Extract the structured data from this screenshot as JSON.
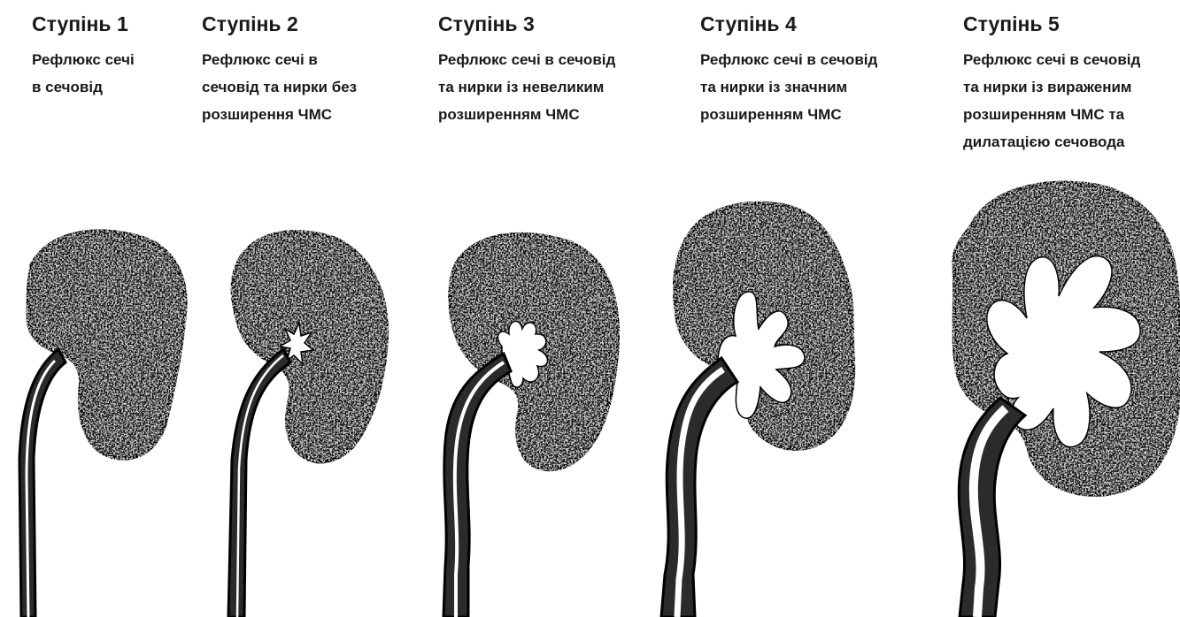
{
  "stages": [
    {
      "title": "Ступінь 1",
      "lines": [
        "Рефлюкс сечі",
        "в сечовід"
      ]
    },
    {
      "title": "Ступінь 2",
      "lines": [
        "Рефлюкс сечі в",
        "сечовід та нирки без",
        "розширення ЧМС"
      ]
    },
    {
      "title": "Ступінь 3",
      "lines": [
        "Рефлюкс сечі в сечовід",
        "та нирки із невеликим",
        "розширенням ЧМС"
      ]
    },
    {
      "title": "Ступінь 4",
      "lines": [
        "Рефлюкс сечі в сечовід",
        "та нирки із значним",
        "розширенням ЧМС"
      ]
    },
    {
      "title": "Ступінь 5",
      "lines": [
        "Рефлюкс сечі в сечовід",
        "та нирки із вираженим",
        "розширенням ЧМС та",
        "дилатацією сечовода"
      ]
    }
  ]
}
